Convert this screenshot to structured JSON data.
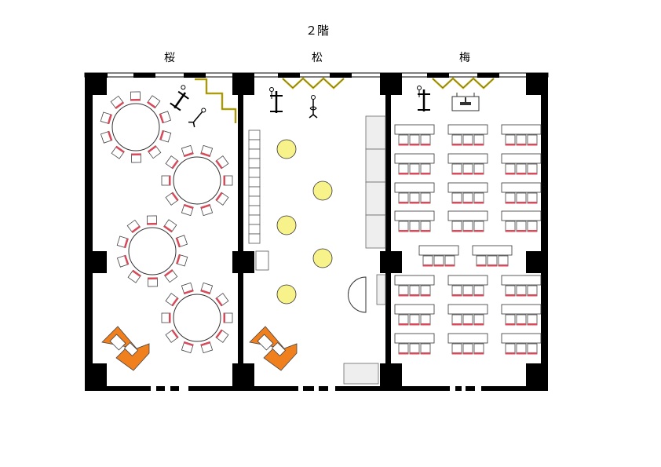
{
  "floor_title": "２階",
  "rooms": [
    {
      "name": "桜"
    },
    {
      "name": "松"
    },
    {
      "name": "梅"
    }
  ],
  "colors": {
    "wall": "#000000",
    "table_outline": "#333333",
    "chair_accent": "#d94a5a",
    "spotlight": "#f7f28a",
    "partition": "#c8b400",
    "counter": "#f07f1e",
    "panel": "#eeeeee"
  }
}
